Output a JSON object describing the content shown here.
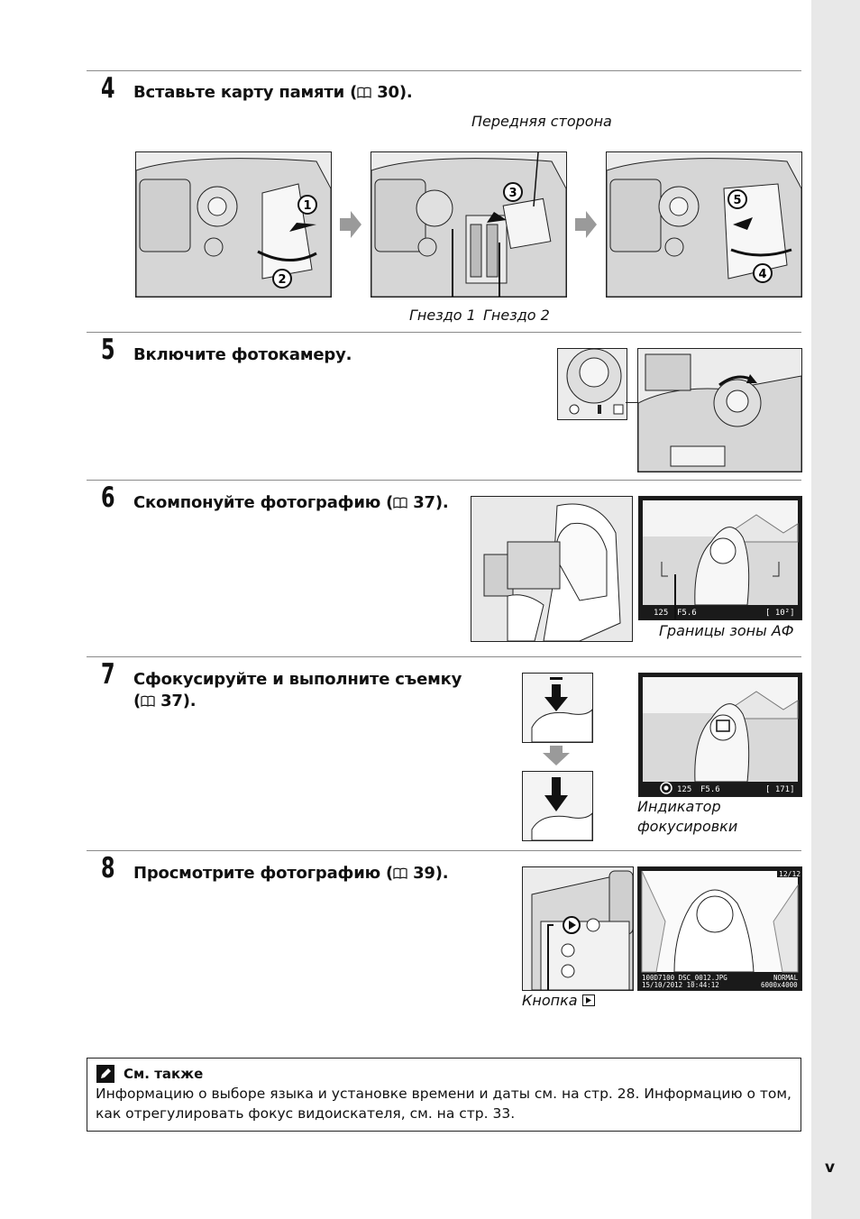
{
  "steps": [
    {
      "number": "4",
      "title": "Вставьте карту памяти (  30).",
      "book_ref": "30"
    },
    {
      "number": "5",
      "title": "Включите фотокамеру."
    },
    {
      "number": "6",
      "title": "Скомпонуйте фотографию (  37).",
      "book_ref": "37"
    },
    {
      "number": "7",
      "title_line1": "Сфокусируйте и выполните съемку",
      "title_line2": "(  37).",
      "book_ref": "37"
    },
    {
      "number": "8",
      "title": "Просмотрите фотографию (  39).",
      "book_ref": "39"
    }
  ],
  "captions": {
    "front_side": "Передняя сторона",
    "slot1": "Гнездо 1",
    "slot2": "Гнездо 2",
    "af_bounds": "Границы зоны АФ",
    "focus_indicator_line1": "Индикатор",
    "focus_indicator_line2": "фокусировки",
    "play_button": "Кнопка"
  },
  "lcd": {
    "shutter": "125",
    "aperture": "F5.6",
    "shots_a": "[ 10²]",
    "shots_b": "[ 171]",
    "playback_counter": "12/12",
    "playback_line1_left": "100D7100  DSC_0012.JPG",
    "playback_line1_right": "NORMAL",
    "playback_line2_left": "15/10/2012  10:44:12",
    "playback_line2_right": "6000x4000"
  },
  "callouts": [
    "1",
    "2",
    "3",
    "4",
    "5"
  ],
  "note": {
    "heading": "См. также",
    "body": "Информацию о выборе языка и установке времени и даты см. на стр. 28. Информацию о том, как отрегулировать фокус видоискателя, см. на стр. 33."
  },
  "page_number": "v",
  "colors": {
    "sidebar": "#e8e8e8",
    "rule": "#8a8a8a",
    "lcd": "#1a1a1a"
  }
}
